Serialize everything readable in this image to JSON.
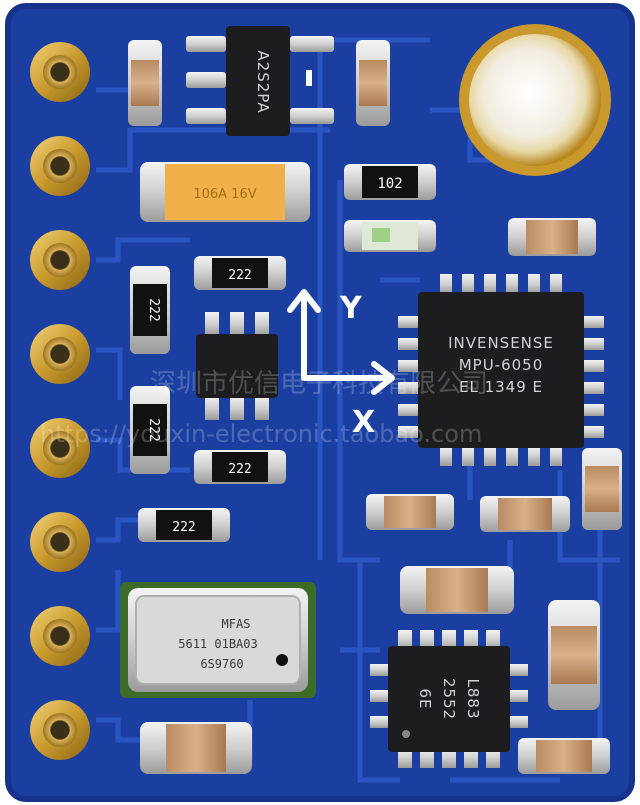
{
  "image": {
    "subject": "GY-86 style 10DOF sensor breakout board",
    "colors": {
      "pcb": "#1b3fa0",
      "pcb_edge": "#15338a",
      "trace": "#2c55c2",
      "gold": "#c99a2e",
      "chip": "#1d1d1f",
      "silk": "#ffffff"
    }
  },
  "labels": {
    "axis_y": "Y",
    "axis_x": "X",
    "imu_line1": "INVENSENSE",
    "imu_line2": "MPU-6050",
    "imu_line3": "EL 1349 E",
    "regulator": "A2S2PA",
    "baro_line1": "MFAS",
    "baro_line2": "5611 01BA03",
    "baro_line3": "6S9760",
    "mag_line1": "L883",
    "mag_line2": "2552",
    "mag_line3": "6E",
    "tantalum": "106A 16V",
    "res_102": "102",
    "res_222_a": "222",
    "res_222_b": "222",
    "res_222_c": "222",
    "res_222_d": "222",
    "res_222_e": "222",
    "watermark_url": "https://youxin-electronic.taobao.com",
    "watermark_cn": "深圳市优信电子科技有限公司"
  }
}
